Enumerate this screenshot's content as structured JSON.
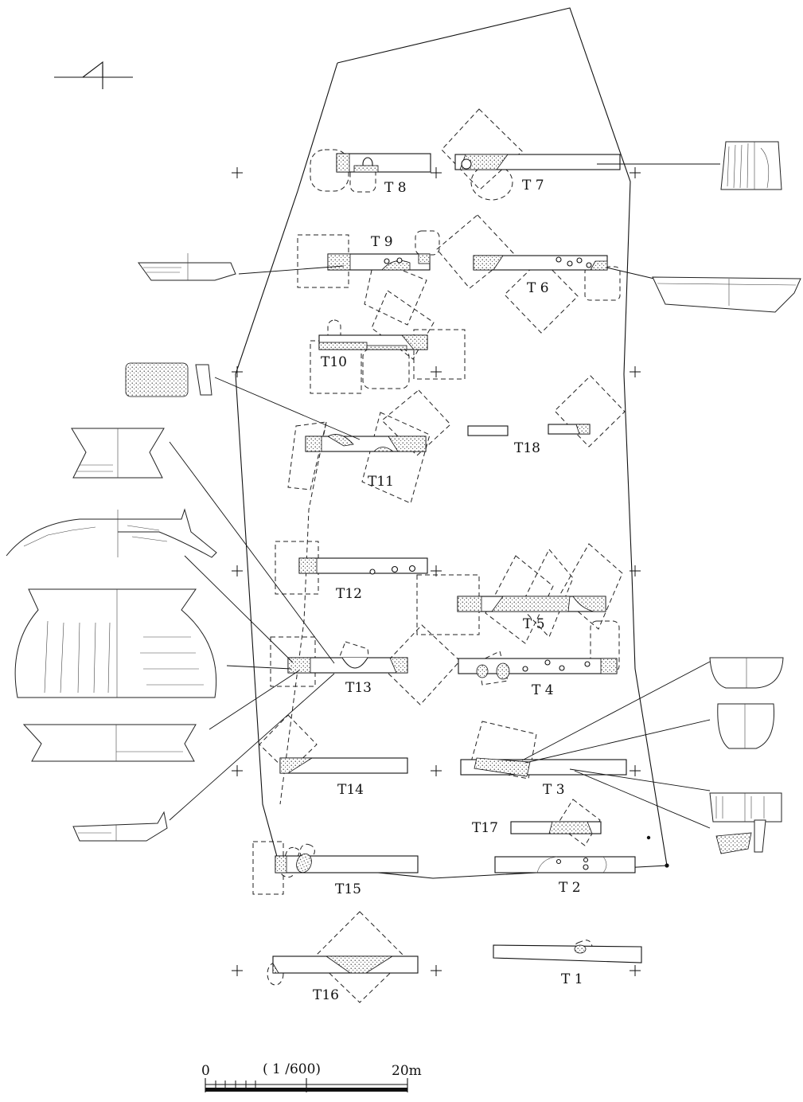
{
  "trenches": [
    {
      "id": "t1",
      "label": "T 1"
    },
    {
      "id": "t2",
      "label": "T 2"
    },
    {
      "id": "t3",
      "label": "T 3"
    },
    {
      "id": "t4",
      "label": "T 4"
    },
    {
      "id": "t5",
      "label": "T 5"
    },
    {
      "id": "t6",
      "label": "T 6"
    },
    {
      "id": "t7",
      "label": "T 7"
    },
    {
      "id": "t8",
      "label": "T 8"
    },
    {
      "id": "t9",
      "label": "T 9"
    },
    {
      "id": "t10",
      "label": "T10"
    },
    {
      "id": "t11",
      "label": "T11"
    },
    {
      "id": "t12",
      "label": "T12"
    },
    {
      "id": "t13",
      "label": "T13"
    },
    {
      "id": "t14",
      "label": "T14"
    },
    {
      "id": "t15",
      "label": "T15"
    },
    {
      "id": "t16",
      "label": "T16"
    },
    {
      "id": "t17",
      "label": "T17"
    },
    {
      "id": "t18",
      "label": "T18"
    }
  ],
  "scale": {
    "start_label": "0",
    "ratio_label": "( 1 /600)",
    "end_label": "20m"
  }
}
